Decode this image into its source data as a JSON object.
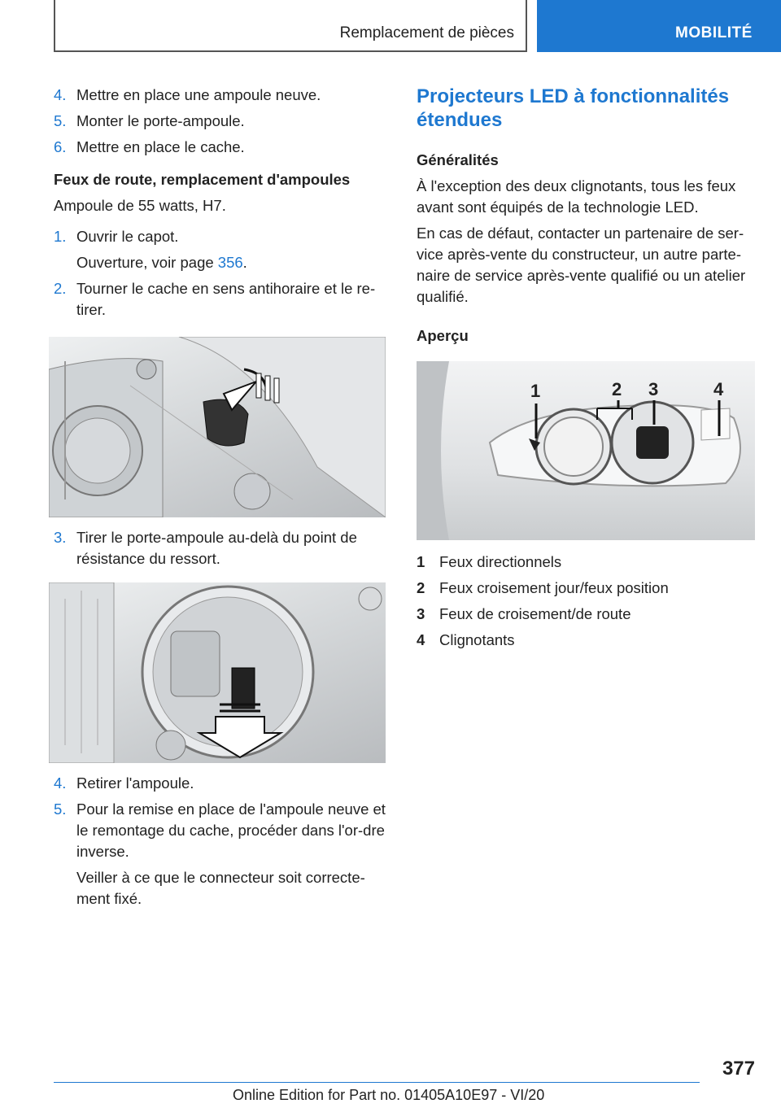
{
  "header": {
    "section_title": "Remplacement de pièces",
    "chapter_tab": "MOBILITÉ"
  },
  "left": {
    "steps_a": [
      {
        "num": "4.",
        "text": "Mettre en place une ampoule neuve."
      },
      {
        "num": "5.",
        "text": "Monter le porte-ampoule."
      },
      {
        "num": "6.",
        "text": "Mettre en place le cache."
      }
    ],
    "high_beam_heading": "Feux de route, remplacement d'ampoules",
    "bulb_spec": "Ampoule de 55 watts, H7.",
    "step1_num": "1.",
    "step1_text": "Ouvrir le capot.",
    "step1_sub_prefix": "Ouverture, voir page ",
    "step1_sub_link": "356",
    "step1_sub_suffix": ".",
    "step2_num": "2.",
    "step2_text": "Tourner le cache en sens antihoraire et le re-tirer.",
    "step3_num": "3.",
    "step3_text": "Tirer le porte-ampoule au-delà du point de résistance du ressort.",
    "step4_num": "4.",
    "step4_text": "Retirer l'ampoule.",
    "step5_num": "5.",
    "step5_text": "Pour la remise en place de l'ampoule neuve et le remontage du cache, procéder dans l'or-dre inverse.",
    "step5_sub": "Veiller à ce que le connecteur soit correcte-ment fixé."
  },
  "right": {
    "title": "Projecteurs LED à fonctionnalités étendues",
    "general_heading": "Généralités",
    "general_p1": "À l'exception des deux clignotants, tous les feux avant sont équipés de la technologie LED.",
    "general_p2": "En cas de défaut, contacter un partenaire de ser-vice après-vente du constructeur, un autre parte-naire de service après-vente qualifié ou un atelier qualifié.",
    "overview_heading": "Aperçu",
    "figure_callouts": [
      "1",
      "2",
      "3",
      "4"
    ],
    "legend": [
      {
        "num": "1",
        "label": "Feux directionnels"
      },
      {
        "num": "2",
        "label": "Feux croisement jour/feux position"
      },
      {
        "num": "3",
        "label": "Feux de croisement/de route"
      },
      {
        "num": "4",
        "label": "Clignotants"
      }
    ]
  },
  "footer": {
    "page_number": "377",
    "edition": "Online Edition for Part no. 01405A10E97 - VI/20"
  }
}
